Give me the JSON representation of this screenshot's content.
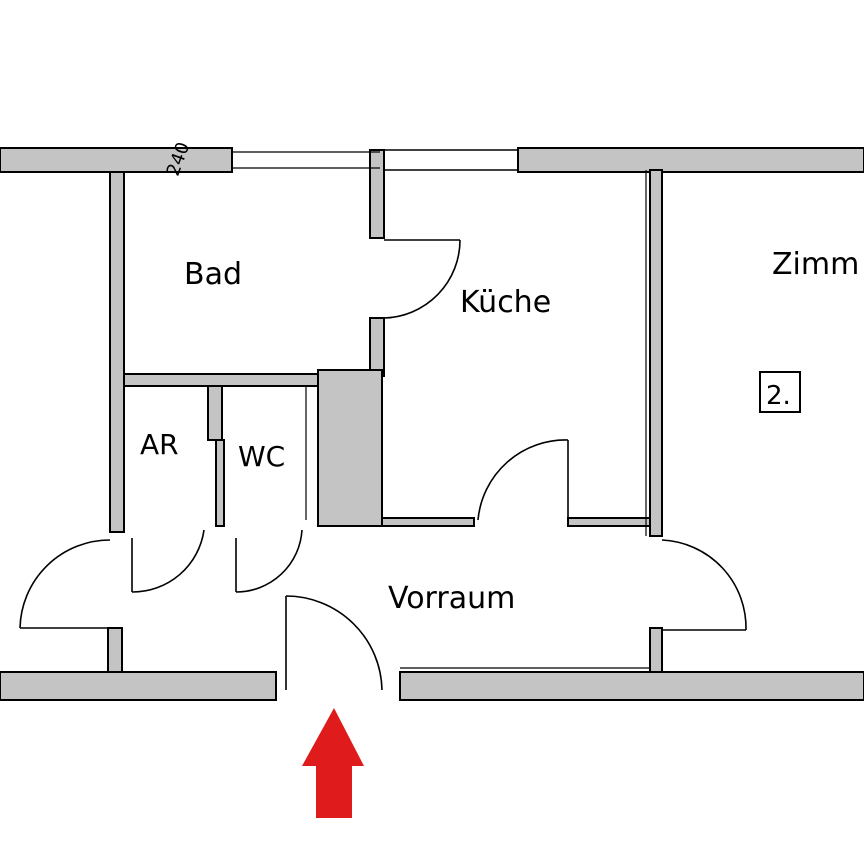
{
  "rooms": {
    "bad": "Bad",
    "kueche": "Küche",
    "zimmer": "Zimm",
    "ar": "AR",
    "wc": "WC",
    "vorraum": "Vorraum",
    "room_number": "2."
  },
  "dimension_note": "240",
  "colors": {
    "wall_fill": "#c4c4c4",
    "line": "#000000",
    "entrance_arrow": "#e01b1b"
  }
}
